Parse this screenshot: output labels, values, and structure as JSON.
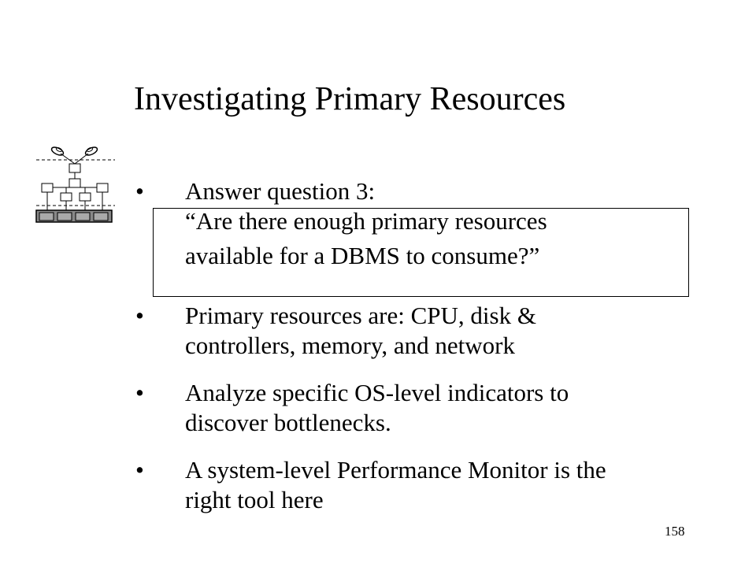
{
  "slide": {
    "title": "Investigating Primary Resources",
    "bullet_symbol": "•",
    "bullets": [
      {
        "lines": [
          "Answer  question 3:"
        ]
      },
      {
        "lines": [
          "Primary resources are: CPU, disk &",
          "controllers, memory, and network"
        ]
      },
      {
        "lines": [
          "Analyze specific OS-level indicators to",
          "discover bottlenecks."
        ]
      },
      {
        "lines": [
          "A system-level Performance Monitor is the",
          "right tool here"
        ]
      }
    ],
    "quote": {
      "lines": [
        "“Are there enough primary resources",
        "available  for a DBMS to consume?”"
      ]
    },
    "page_number": "158",
    "logo_icon": "database-architecture-icon"
  }
}
